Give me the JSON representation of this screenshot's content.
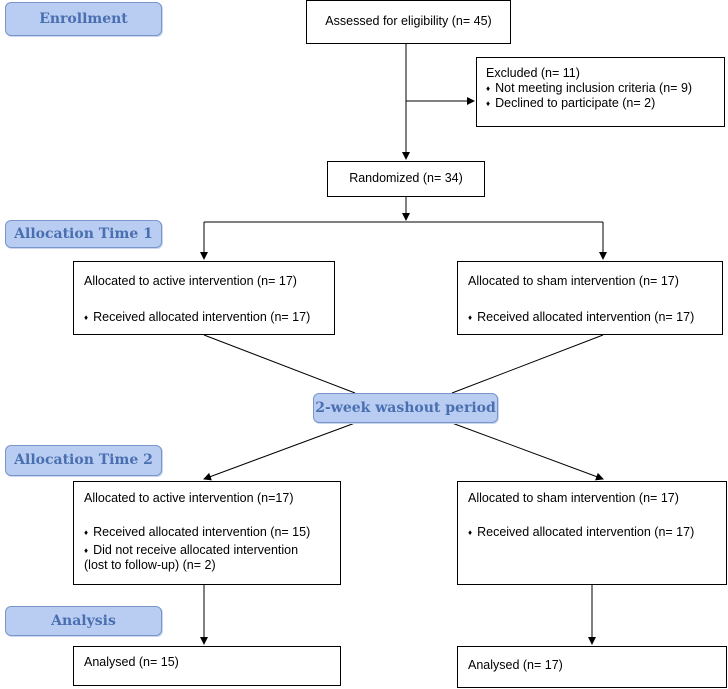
{
  "stages": {
    "enrollment": "Enrollment",
    "allocation_time1": "Allocation Time 1",
    "washout": "2-week washout period",
    "allocation_time2": "Allocation Time 2",
    "analysis": "Analysis"
  },
  "assessed": "Assessed for eligibility (n= 45)",
  "excluded": {
    "title": "Excluded (n= 11)",
    "items": [
      "Not meeting inclusion criteria (n= 9)",
      "Declined to participate (n= 2)"
    ]
  },
  "randomized": "Randomized (n= 34)",
  "time1": {
    "active": {
      "title": "Allocated to active intervention (n= 17)",
      "received": "Received allocated intervention (n= 17)"
    },
    "sham": {
      "title": "Allocated to sham intervention (n= 17)",
      "received": "Received allocated intervention (n= 17)"
    }
  },
  "time2": {
    "active": {
      "title": "Allocated to active intervention (n=17)",
      "received": "Received allocated intervention (n= 15)",
      "not_received_line1": "Did not receive allocated intervention",
      "not_received_line2": "(lost to follow-up) (n= 2)"
    },
    "sham": {
      "title": "Allocated to sham intervention (n= 17)",
      "received": "Received allocated intervention (n= 17)"
    }
  },
  "analysis": {
    "active": "Analysed (n= 15)",
    "sham": "Analysed (n= 17)"
  }
}
